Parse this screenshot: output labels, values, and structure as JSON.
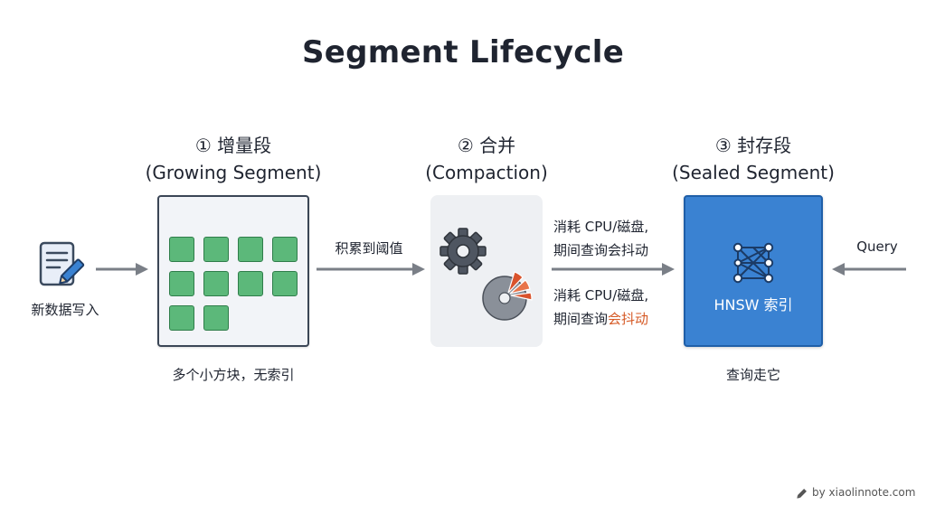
{
  "title": "Segment Lifecycle",
  "stages": [
    {
      "title": "① 增量段",
      "subtitle": "(Growing Segment)",
      "caption": "多个小方块，无索引"
    },
    {
      "title": "② 合并",
      "subtitle": "(Compaction)"
    },
    {
      "title": "③ 封存段",
      "subtitle": "(Sealed Segment)",
      "caption": "查询走它",
      "box_label": "HNSW 索引"
    }
  ],
  "input_label": "新数据写入",
  "arrow_labels": {
    "accumulate": "积累到阈值",
    "cost_top_line1": "消耗 CPU/磁盘,",
    "cost_top_line2": "期间查询会抖动",
    "cost_bottom_line1": "消耗 CPU/磁盘,",
    "cost_bottom_line2_prefix": "期间查询",
    "cost_bottom_line2_highlight": "会抖动",
    "query": "Query"
  },
  "growing_segment_blocks": 10,
  "footer": "by xiaolinnote.com",
  "icons": {
    "input": "document-pencil-icon",
    "compaction": [
      "gear-icon",
      "pie-chart-icon"
    ],
    "sealed": "hnsw-graph-icon",
    "footer": "pencil-icon"
  },
  "colors": {
    "block_fill": "#5cb87a",
    "sealed_fill": "#3a82d2",
    "highlight": "#d65a26",
    "arrow": "#7a7f87"
  }
}
